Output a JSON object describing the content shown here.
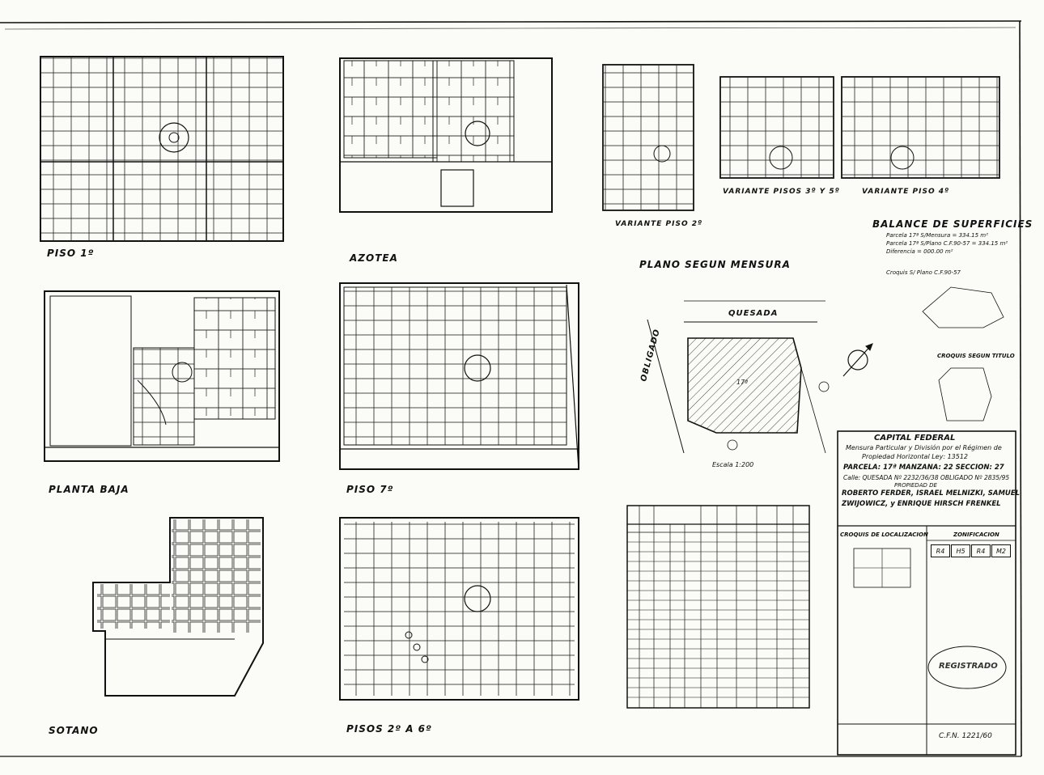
{
  "plans": {
    "piso1": "PISO 1º",
    "azotea": "AZOTEA",
    "variante_piso2": "VARIANTE PISO 2º",
    "variante_pisos35": "VARIANTE PISOS 3º Y 5º",
    "variante_piso4": "VARIANTE PISO 4º",
    "planta_baja": "PLANTA BAJA",
    "piso7": "PISO 7º",
    "sotano": "SOTANO",
    "pisos2a6": "PISOS 2º A 6º",
    "plano_mensura": "PLANO SEGUN MENSURA"
  },
  "mensura": {
    "street_top": "QUESADA",
    "street_left": "OBLIGADO",
    "scale": "Escala 1:200",
    "parcel": "17ª"
  },
  "balance": {
    "title": "BALANCE DE SUPERFICIES",
    "line1": "Parcela 17ª S/Mensura = 334.15 m²",
    "line2": "Parcela 17ª S/Plano C.F.90-57 = 334.15 m²",
    "line3": "Diferencia = 000.00 m²",
    "croquis_plano": "Croquis S/ Plano C.F.90-57",
    "croquis_titulo": "CROQUIS SEGUN TITULO"
  },
  "title_block": {
    "line1": "CAPITAL FEDERAL",
    "line2": "Mensura Particular y División por el Régimen de",
    "line3": "Propiedad Horizontal Ley: 13512",
    "line4": "PARCELA: 17ª MANZANA: 22 SECCION: 27",
    "line5": "Calle: QUESADA Nº 2232/36/38 OBLIGADO Nº 2835/95",
    "propiedad": "PROPIEDAD DE",
    "owners1": "ROBERTO FERDER, ISRAEL MELNIZKI, SAMUEL",
    "owners2": "ZWIJOWICZ, y ENRIQUE HIRSCH FRENKEL",
    "croquis_loc": "CROQUIS DE LOCALIZACION",
    "zonificacion": "ZONIFICACION",
    "zones": [
      "R4",
      "H5",
      "R4",
      "M2"
    ],
    "registrado": "REGISTRADO",
    "cfn": "C.F.N. 1221/60"
  },
  "colors": {
    "ink": "#111111",
    "paper": "#fbfbf7",
    "hatch": "#444444"
  }
}
